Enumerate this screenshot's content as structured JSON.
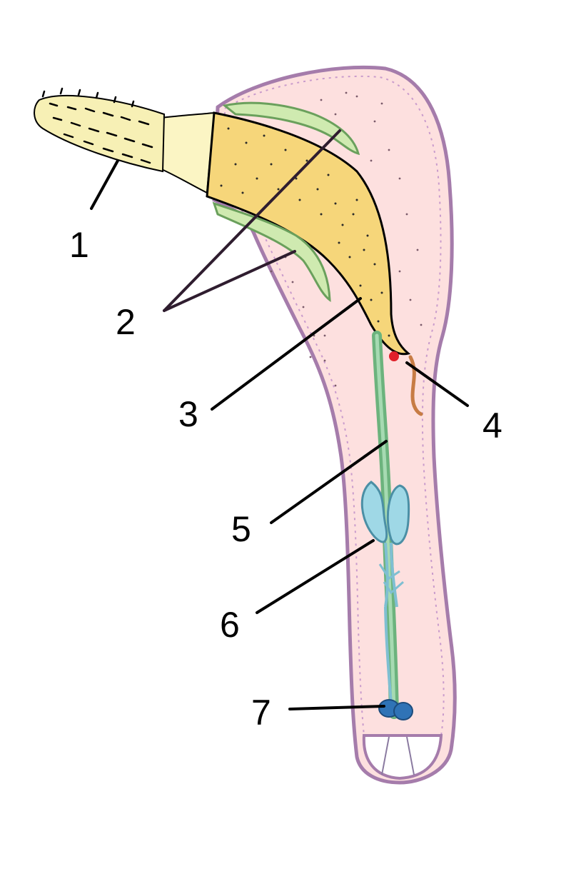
{
  "colors": {
    "body_fill": "#fde0df",
    "body_outline": "#a57cab",
    "proboscis_fill": "#f7f0b5",
    "proboscis_neck": "#fbf5c4",
    "sac_fill": "#f6d67a",
    "gland_fill": "#cfeab0",
    "gland_stroke": "#6aa05c",
    "ganglion_fill": "#9fd8e6",
    "nerve": "#6cb37d",
    "ganglion_dark": "#2f73b6",
    "red_spot": "#e0202a",
    "tube": "#c77c45",
    "leader": "#000000",
    "leader_dark": "#2f1d2f"
  },
  "labels": [
    "1",
    "2",
    "3",
    "4",
    "5",
    "6",
    "7"
  ]
}
